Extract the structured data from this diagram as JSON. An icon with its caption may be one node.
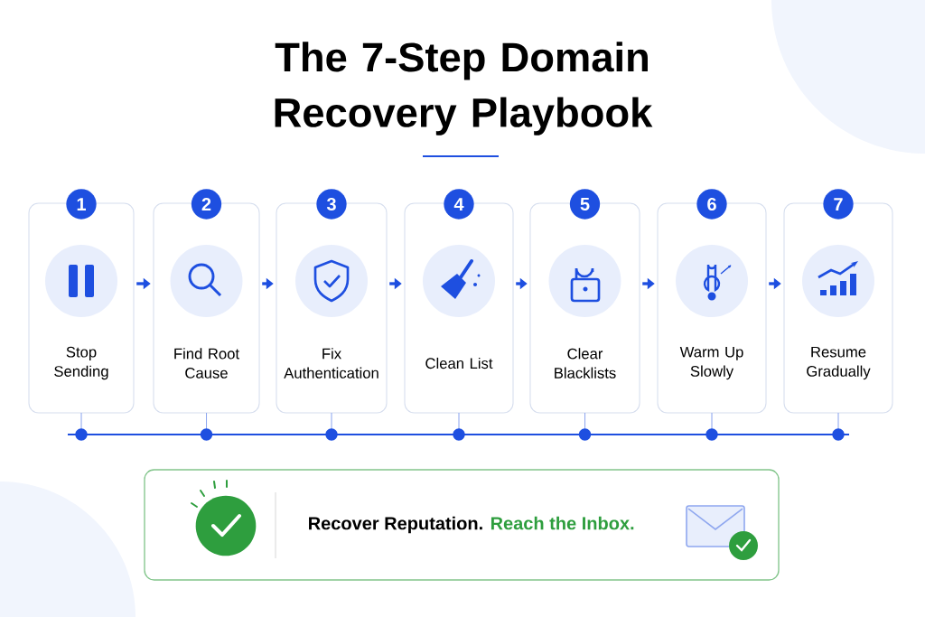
{
  "diagram": {
    "title": "The 7-Step Domain Recovery Playbook",
    "nodes": [
      {
        "text": [
          "1",
          "Stop Sending"
        ]
      },
      {
        "text": [
          "2",
          "Find Root Cause"
        ]
      },
      {
        "text": [
          "3",
          "Fix Authentication"
        ]
      },
      {
        "text": [
          "4",
          "Clean List"
        ]
      },
      {
        "text": [
          "5",
          "Clear Blacklists"
        ]
      },
      {
        "text": [
          "6",
          "Warm Up Slowly"
        ]
      },
      {
        "text": [
          "7",
          "Resume Gradually"
        ]
      },
      {
        "text": [
          "Recover Reputation.",
          "Reach the Inbox."
        ]
      }
    ],
    "edges": [
      {
        "from": 0,
        "to": 1,
        "arrow": "to"
      },
      {
        "from": 1,
        "to": 2,
        "arrow": "to"
      },
      {
        "from": 2,
        "to": 3,
        "arrow": "to"
      },
      {
        "from": 3,
        "to": 4,
        "arrow": "to"
      },
      {
        "from": 4,
        "to": 5,
        "arrow": "to"
      },
      {
        "from": 5,
        "to": 6,
        "arrow": "to"
      }
    ]
  }
}
